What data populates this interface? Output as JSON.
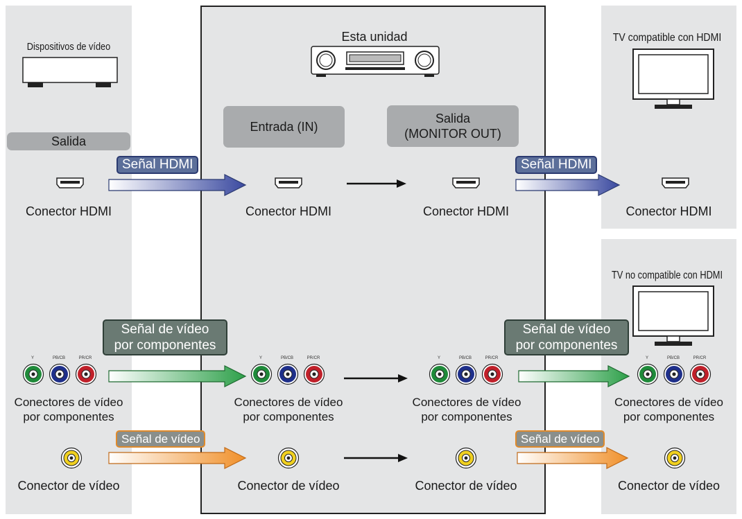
{
  "title_unit": "Esta unidad",
  "source": {
    "title": "Dispositivos de vídeo",
    "output_label": "Salida",
    "hdmi_connector": "Conector HDMI",
    "component_connectors": [
      "Conectores de vídeo",
      "por componentes"
    ],
    "video_connector": "Conector de vídeo"
  },
  "unit": {
    "input_label": "Entrada (IN)",
    "output_label": [
      "Salida",
      "(MONITOR OUT)"
    ],
    "hdmi_connector": "Conector HDMI",
    "component_connectors": [
      "Conectores de vídeo",
      "por componentes"
    ],
    "video_connector": "Conector de vídeo"
  },
  "tv_hdmi": {
    "title": "TV compatible con HDMI",
    "hdmi_connector": "Conector HDMI"
  },
  "tv_nonhdmi": {
    "title": "TV no compatible con HDMI",
    "component_connectors": [
      "Conectores de vídeo",
      "por componentes"
    ],
    "video_connector": "Conector de vídeo"
  },
  "signals": {
    "hdmi": "Señal HDMI",
    "component": [
      "Señal de vídeo",
      "por componentes"
    ],
    "video": "Señal de vídeo"
  },
  "jack_labels": {
    "y": "Y",
    "pb": "PB/CB",
    "pr": "PR/CR"
  },
  "colors": {
    "panel": "#e4e5e6",
    "hdmi_arrow": "#3b4aa0",
    "component_arrow": "#2ea04a",
    "video_arrow": "#f0902a",
    "jack_green": "#1f8a3a",
    "jack_blue": "#1e2f8a",
    "jack_red": "#c0202a",
    "jack_yellow": "#f0d020"
  }
}
